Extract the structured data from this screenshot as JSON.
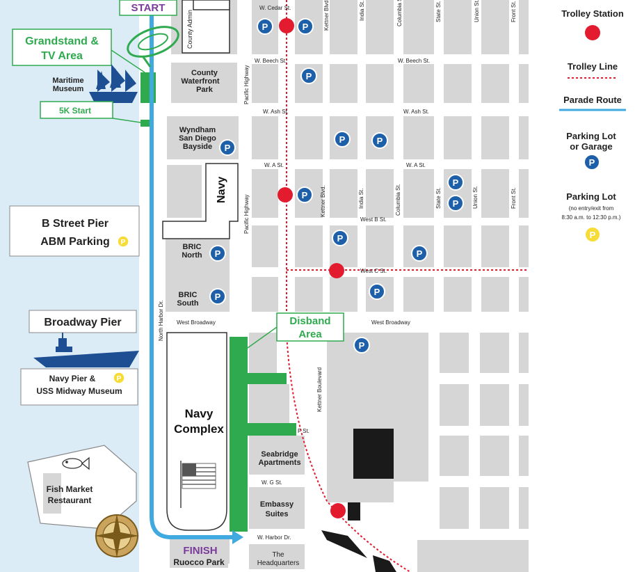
{
  "start_label": "START",
  "finish_label": "FINISH",
  "finish_place": "Ruocco Park",
  "grandstand_line1": "Grandstand &",
  "grandstand_line2": "TV Area",
  "fivek_label": "5K Start",
  "maritime_line1": "Maritime",
  "maritime_line2": "Museum",
  "bstreet_line1": "B Street Pier",
  "bstreet_line2": "ABM Parking",
  "broadway_pier": "Broadway Pier",
  "navypier_line1": "Navy Pier &",
  "navypier_line2": "USS Midway Museum",
  "fishmarket_line1": "Fish Market",
  "fishmarket_line2": "Restaurant",
  "disband_line1": "Disband",
  "disband_line2": "Area",
  "county_admin": "County Admin",
  "county_wf_line1": "County",
  "county_wf_line2": "Waterfront",
  "county_wf_line3": "Park",
  "wyndham_line1": "Wyndham",
  "wyndham_line2": "San Diego",
  "wyndham_line3": "Bayside",
  "navy": "Navy",
  "bric_n_line1": "BRIC",
  "bric_n_line2": "North",
  "bric_s_line1": "BRIC",
  "bric_s_line2": "South",
  "navy_complex_line1": "Navy",
  "navy_complex_line2": "Complex",
  "seabridge_line1": "Seabridge",
  "seabridge_line2": "Apartments",
  "embassy_line1": "Embassy",
  "embassy_line2": "Suites",
  "hq_line1": "The",
  "hq_line2": "Headquarters",
  "streets": {
    "cedar": "W. Cedar St.",
    "beech_w": "W. Beech St.",
    "beech_e": "W. Beech St.",
    "ash_w": "W. Ash St.",
    "ash_e": "W. Ash St.",
    "a_w": "W. A St.",
    "a_e": "W. A St.",
    "b": "West B St.",
    "c": "West C St.",
    "broadway_w": "West Broadway",
    "broadway_e": "West Broadway",
    "f": "F St.",
    "g": "W. G St.",
    "harbor_dr": "W. Harbor Dr.",
    "north_harbor": "North Harbor Dr.",
    "pacific_hwy_top": "Pacific Highway",
    "pacific_hwy_mid": "Pacific Highway",
    "kettner_top": "Kettner Blvd.",
    "kettner_mid": "Kettner Blvd.",
    "kettner_blvd": "Kettner Boulevard",
    "india_top": "India St.",
    "india_mid": "India St.",
    "columbia_top": "Columbia St.",
    "columbia_mid": "Columbia St.",
    "state_top": "State St.",
    "state_mid": "State St.",
    "union_top": "Union St.",
    "union_mid": "Union St.",
    "front_top": "Front St.",
    "front_mid": "Front St."
  },
  "legend": {
    "trolley_station": "Trolley Station",
    "trolley_line": "Trolley Line",
    "parade_route": "Parade Route",
    "parking_line1": "Parking Lot",
    "parking_line2": "or Garage",
    "parking_restricted": "Parking Lot",
    "parking_note1": "(no entry/exit from",
    "parking_note2": "8:30 a.m. to 12:30 p.m.)"
  },
  "parking_letter": "P",
  "colors": {
    "water": "#dcecf7",
    "route": "#3fa9e0",
    "trolley": "#e31b2f",
    "parking": "#1d5fa8",
    "parking_yellow": "#f7dc38",
    "green": "#2faa4f",
    "block": "#d6d6d6",
    "navy_ship": "#1e4f93",
    "start_text": "#7b3b9a"
  }
}
